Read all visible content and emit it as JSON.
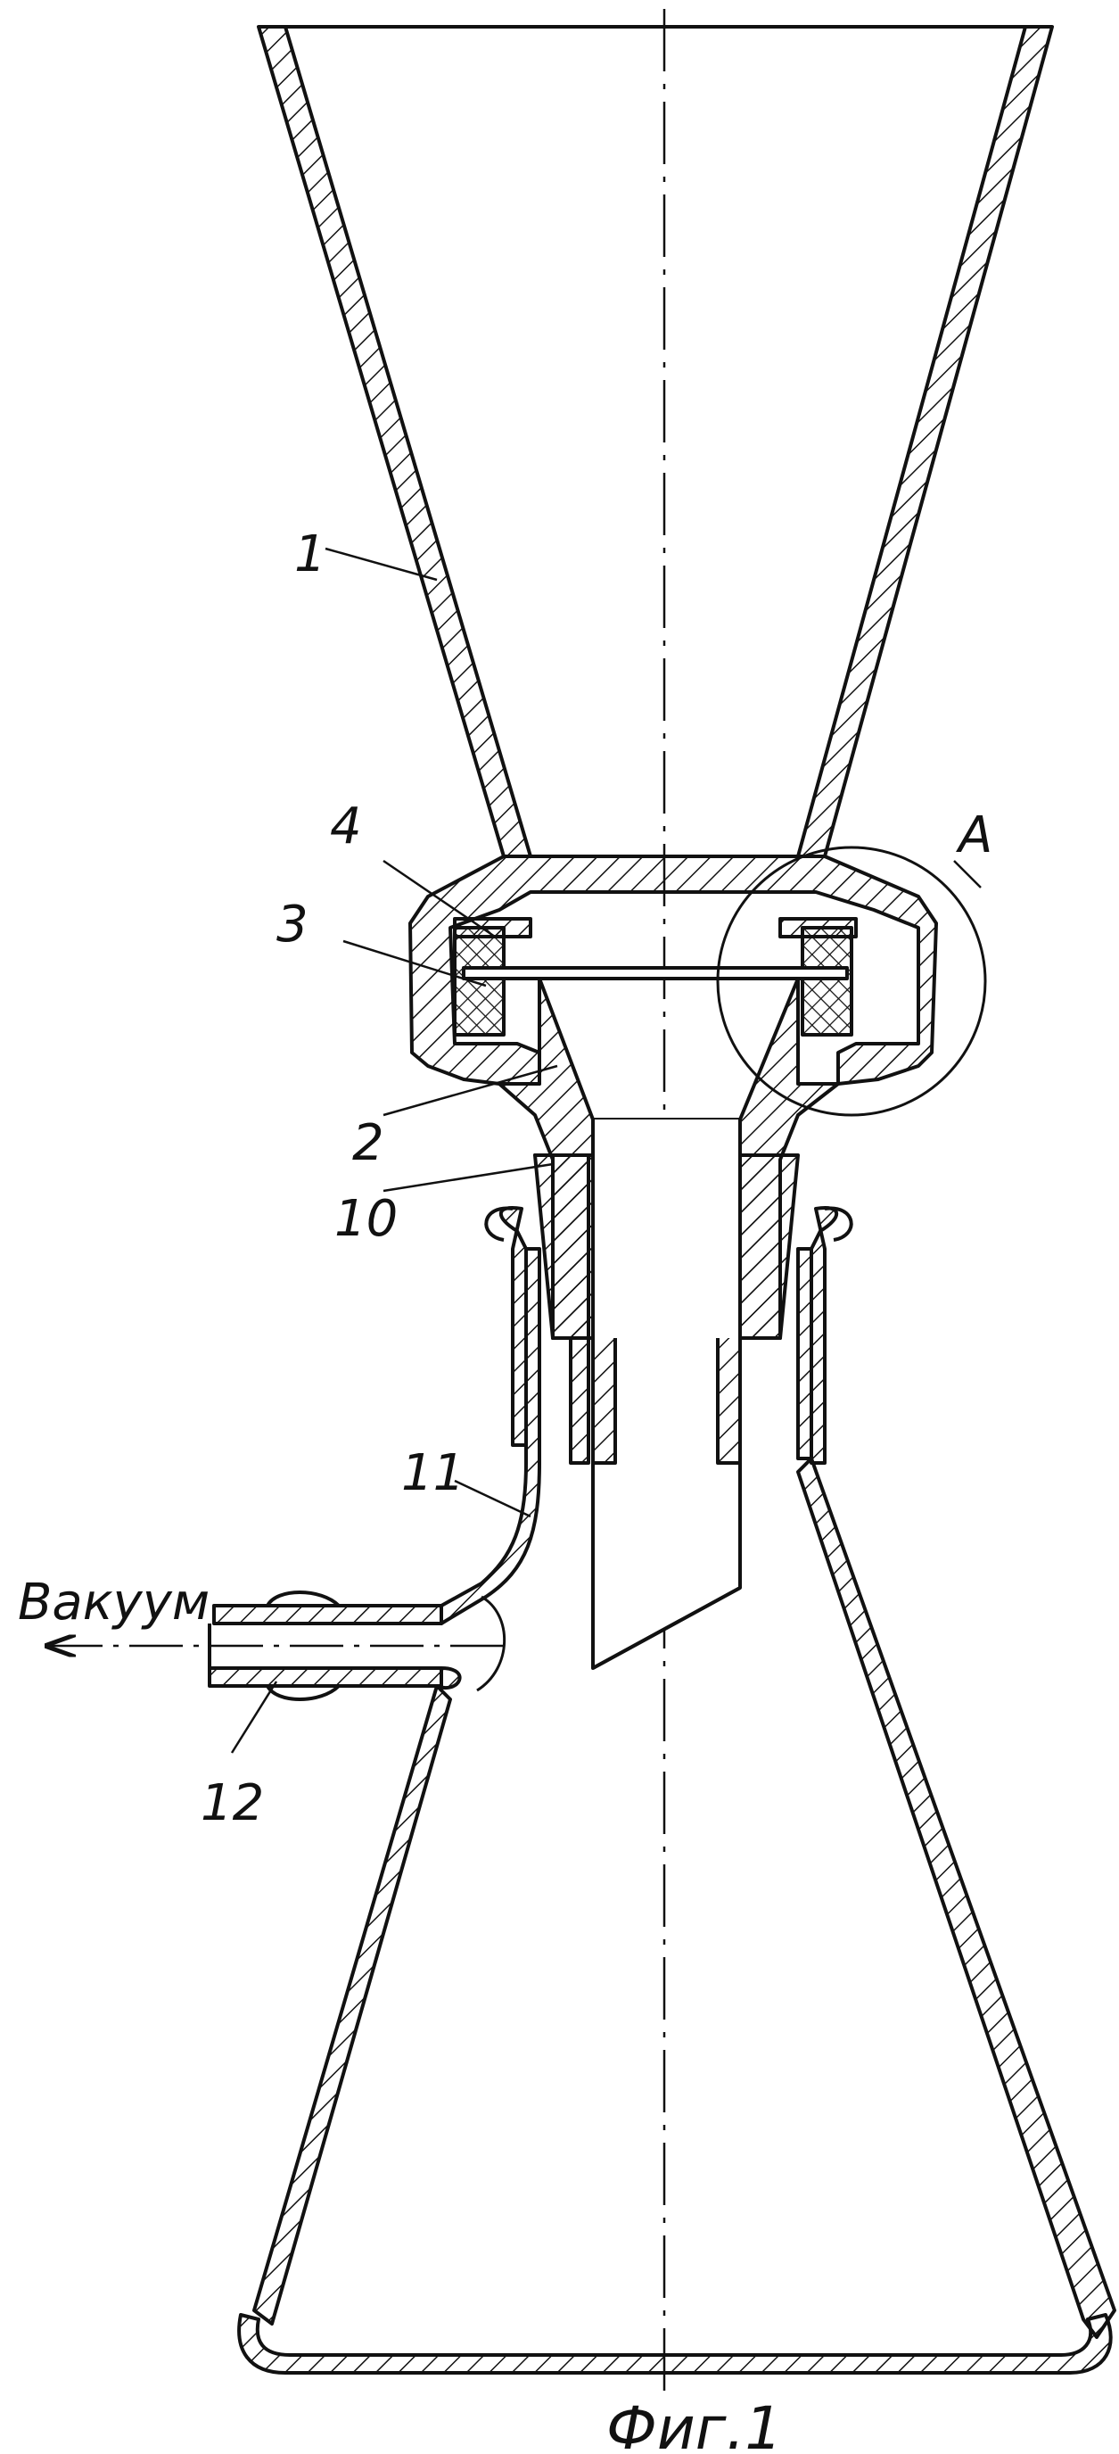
{
  "labels": {
    "funnel": "1",
    "adapter": "2",
    "filter_disk": "3",
    "seal_ring": "4",
    "stopper": "10",
    "flask_neck": "11",
    "vacuum_nozzle": "12",
    "detail_view": "A"
  },
  "flow_label": "Вакуум",
  "caption": "Фиг.1",
  "colors": {
    "ink": "#111111",
    "paper": "#ffffff"
  }
}
